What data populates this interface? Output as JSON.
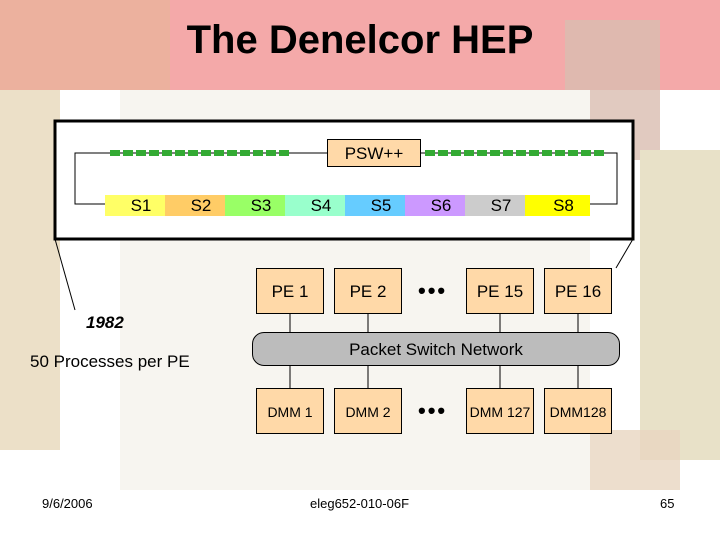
{
  "title": "The Denelcor HEP",
  "psw_label": "PSW++",
  "stages": [
    "S1",
    "S2",
    "S3",
    "S4",
    "S5",
    "S6",
    "S7",
    "S8"
  ],
  "stage_colors": [
    "#ffff66",
    "#ffcc66",
    "#99ff66",
    "#99ffcc",
    "#66ccff",
    "#cc99ff",
    "#cccccc",
    "#ffff00"
  ],
  "pes": [
    "PE 1",
    "PE 2",
    "PE 15",
    "PE 16"
  ],
  "network": "Packet Switch Network",
  "dmms": [
    "DMM 1",
    "DMM 2",
    "DMM 127",
    "DMM128"
  ],
  "ellipsis": "•••",
  "year": "1982",
  "processes_note": "50 Processes per PE",
  "footer": {
    "date": "9/6/2006",
    "course": "eleg652-010-06F",
    "page": "65"
  }
}
